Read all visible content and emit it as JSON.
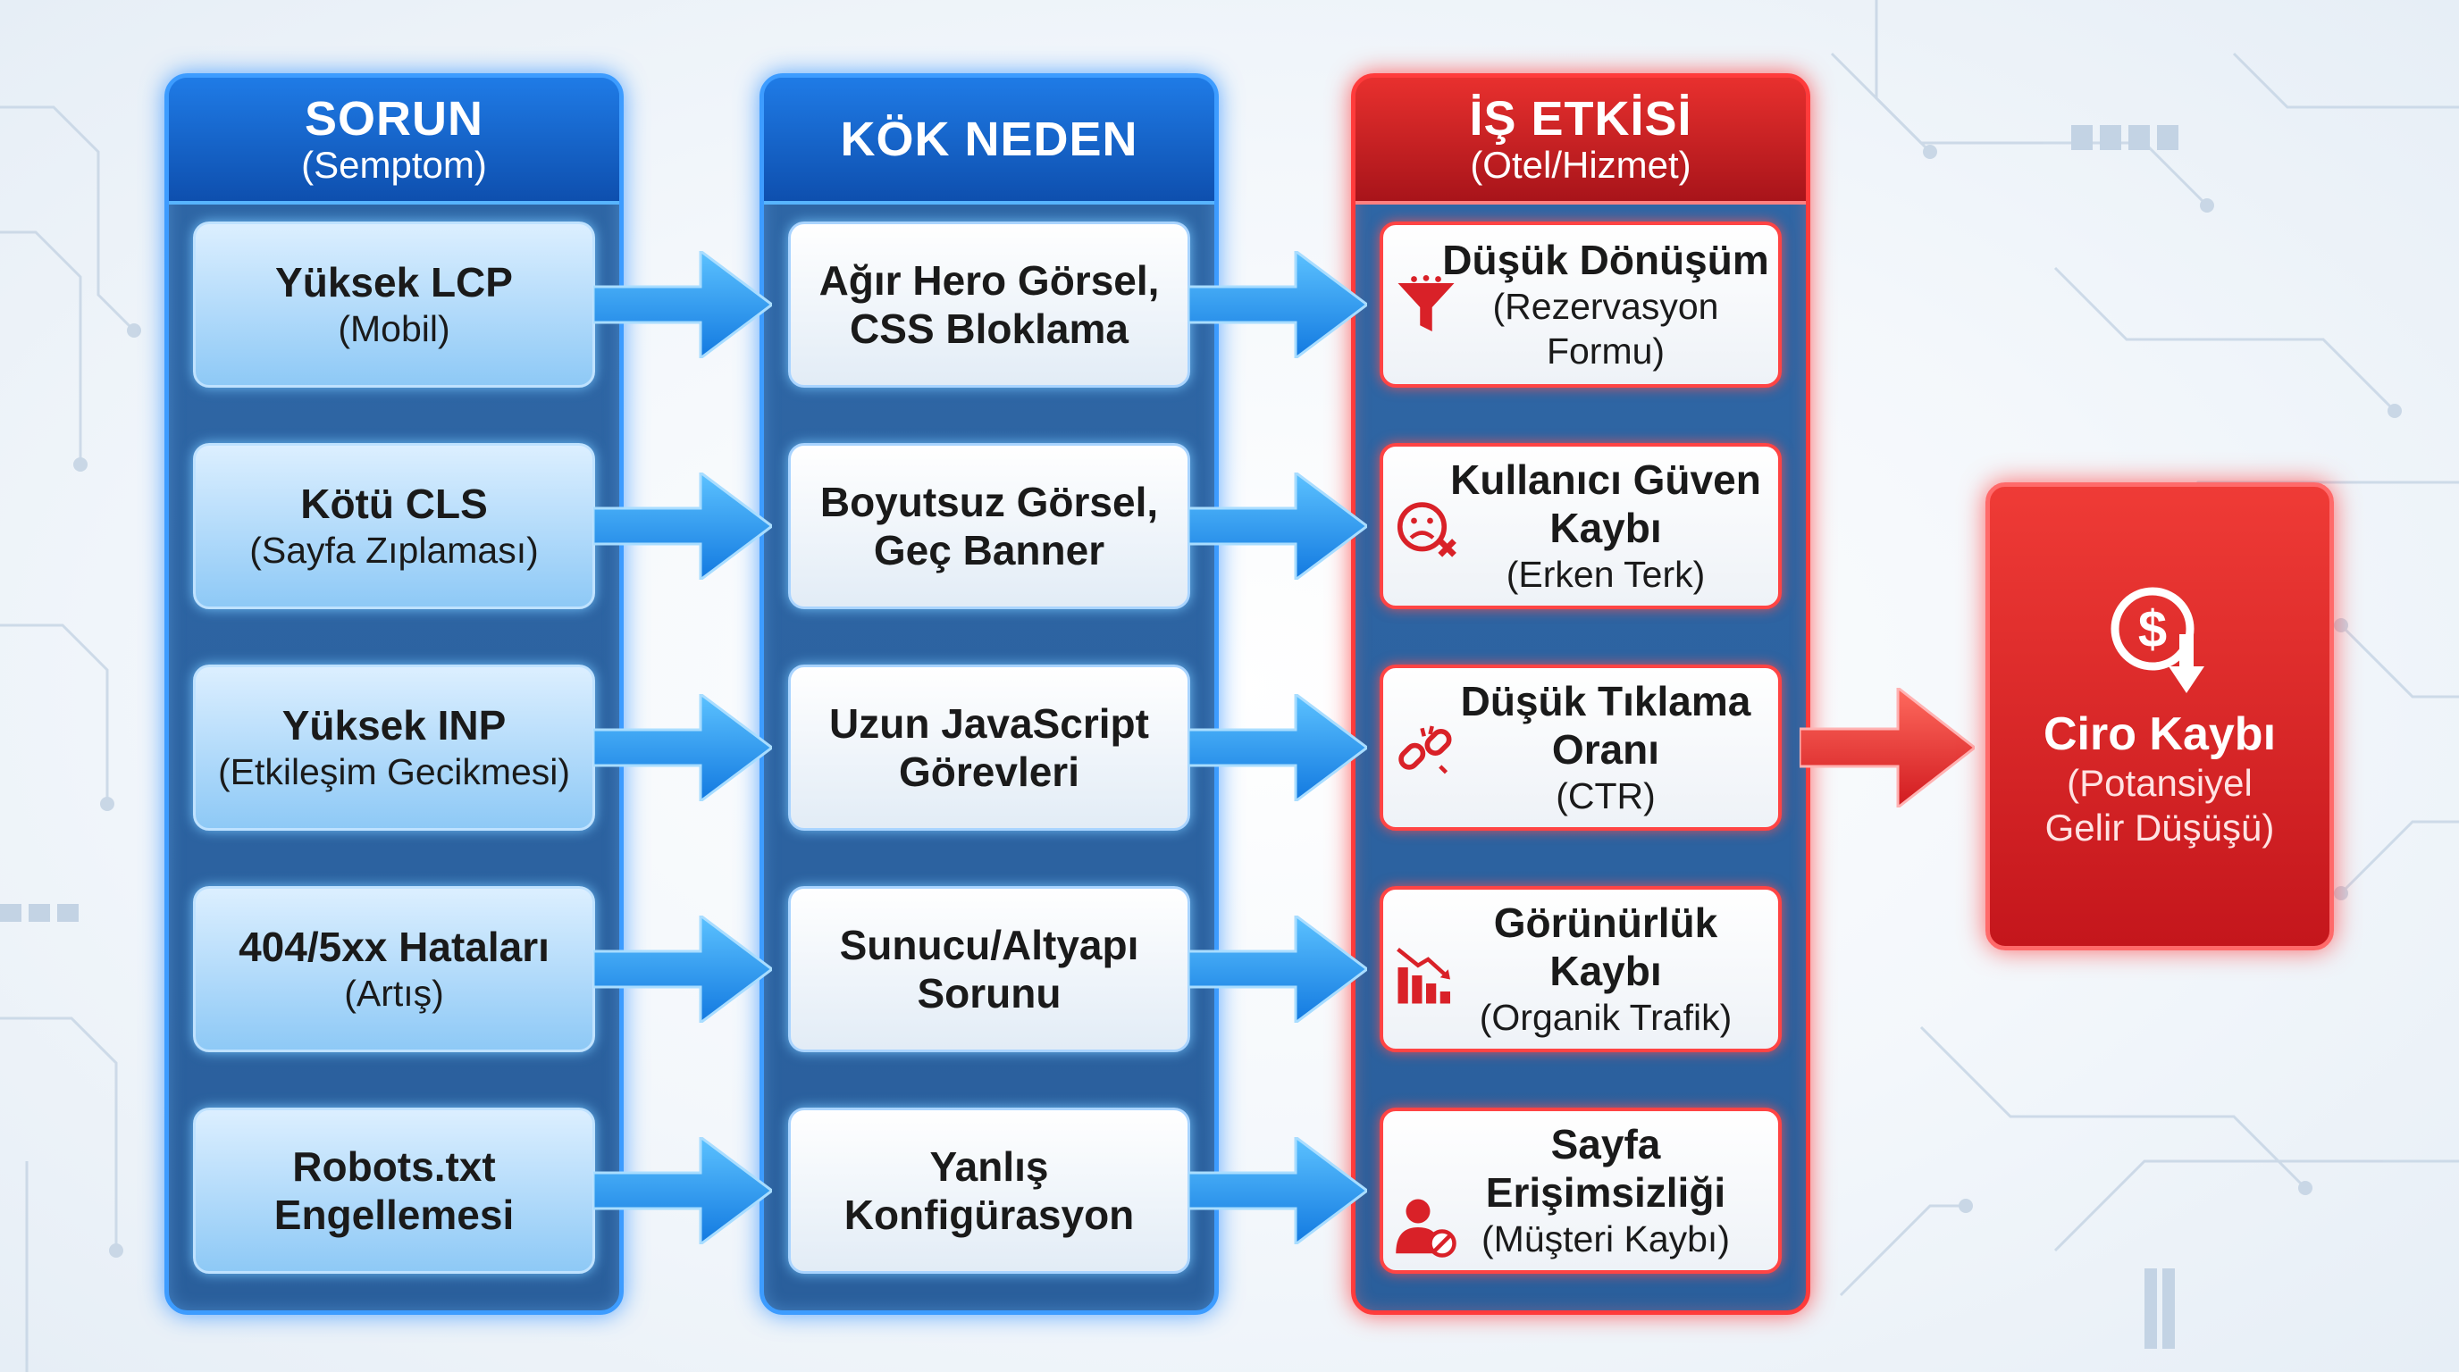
{
  "columns": {
    "sorun": {
      "title": "SORUN",
      "subtitle": "(Semptom)"
    },
    "kok_neden": {
      "title": "KÖK NEDEN"
    },
    "is_etkisi": {
      "title": "İŞ ETKİSİ",
      "subtitle": "(Otel/Hizmet)"
    }
  },
  "rows": [
    {
      "problem": {
        "main": [
          "Yüksek LCP"
        ],
        "sub": [
          "(Mobil)"
        ]
      },
      "cause": {
        "main": [
          "Ağır Hero Görsel,",
          "CSS Bloklama"
        ]
      },
      "impact": {
        "icon": "funnel-icon",
        "main": [
          "Düşük Dönüşüm"
        ],
        "sub": [
          "(Rezervasyon Formu)"
        ]
      }
    },
    {
      "problem": {
        "main": [
          "Kötü CLS"
        ],
        "sub": [
          "(Sayfa Zıplaması)"
        ]
      },
      "cause": {
        "main": [
          "Boyutsuz Görsel,",
          "Geç Banner"
        ]
      },
      "impact": {
        "icon": "sad-face-x-icon",
        "main": [
          "Kullanıcı Güven",
          "Kaybı"
        ],
        "sub": [
          "(Erken Terk)"
        ]
      }
    },
    {
      "problem": {
        "main": [
          "Yüksek INP"
        ],
        "sub": [
          "(Etkileşim Gecikmesi)"
        ]
      },
      "cause": {
        "main": [
          "Uzun JavaScript",
          "Görevleri"
        ]
      },
      "impact": {
        "icon": "broken-link-icon",
        "main": [
          "Düşük Tıklama",
          "Oranı"
        ],
        "sub": [
          "(CTR)"
        ]
      }
    },
    {
      "problem": {
        "main": [
          "404/5xx Hataları"
        ],
        "sub": [
          "(Artış)"
        ]
      },
      "cause": {
        "main": [
          "Sunucu/Altyapı",
          "Sorunu"
        ]
      },
      "impact": {
        "icon": "declining-bar-chart-icon",
        "main": [
          "Görünürlük Kaybı"
        ],
        "sub": [
          "(Organik Trafik)"
        ]
      }
    },
    {
      "problem": {
        "main": [
          "Robots.txt",
          "Engellemesi"
        ]
      },
      "cause": {
        "main": [
          "Yanlış",
          "Konfigürasyon"
        ]
      },
      "impact": {
        "icon": "user-blocked-icon",
        "main": [
          "Sayfa Erişimsizliği"
        ],
        "sub": [
          "(Müşteri Kaybı)"
        ]
      }
    }
  ],
  "final": {
    "icon": "dollar-down-icon",
    "title": "Ciro Kaybı",
    "sub": [
      "(Potansiyel",
      "Gelir Düşüşü)"
    ]
  },
  "colors": {
    "accent_blue": "#3d9cff",
    "accent_red": "#ff3b3b",
    "icon_red": "#d92128"
  }
}
